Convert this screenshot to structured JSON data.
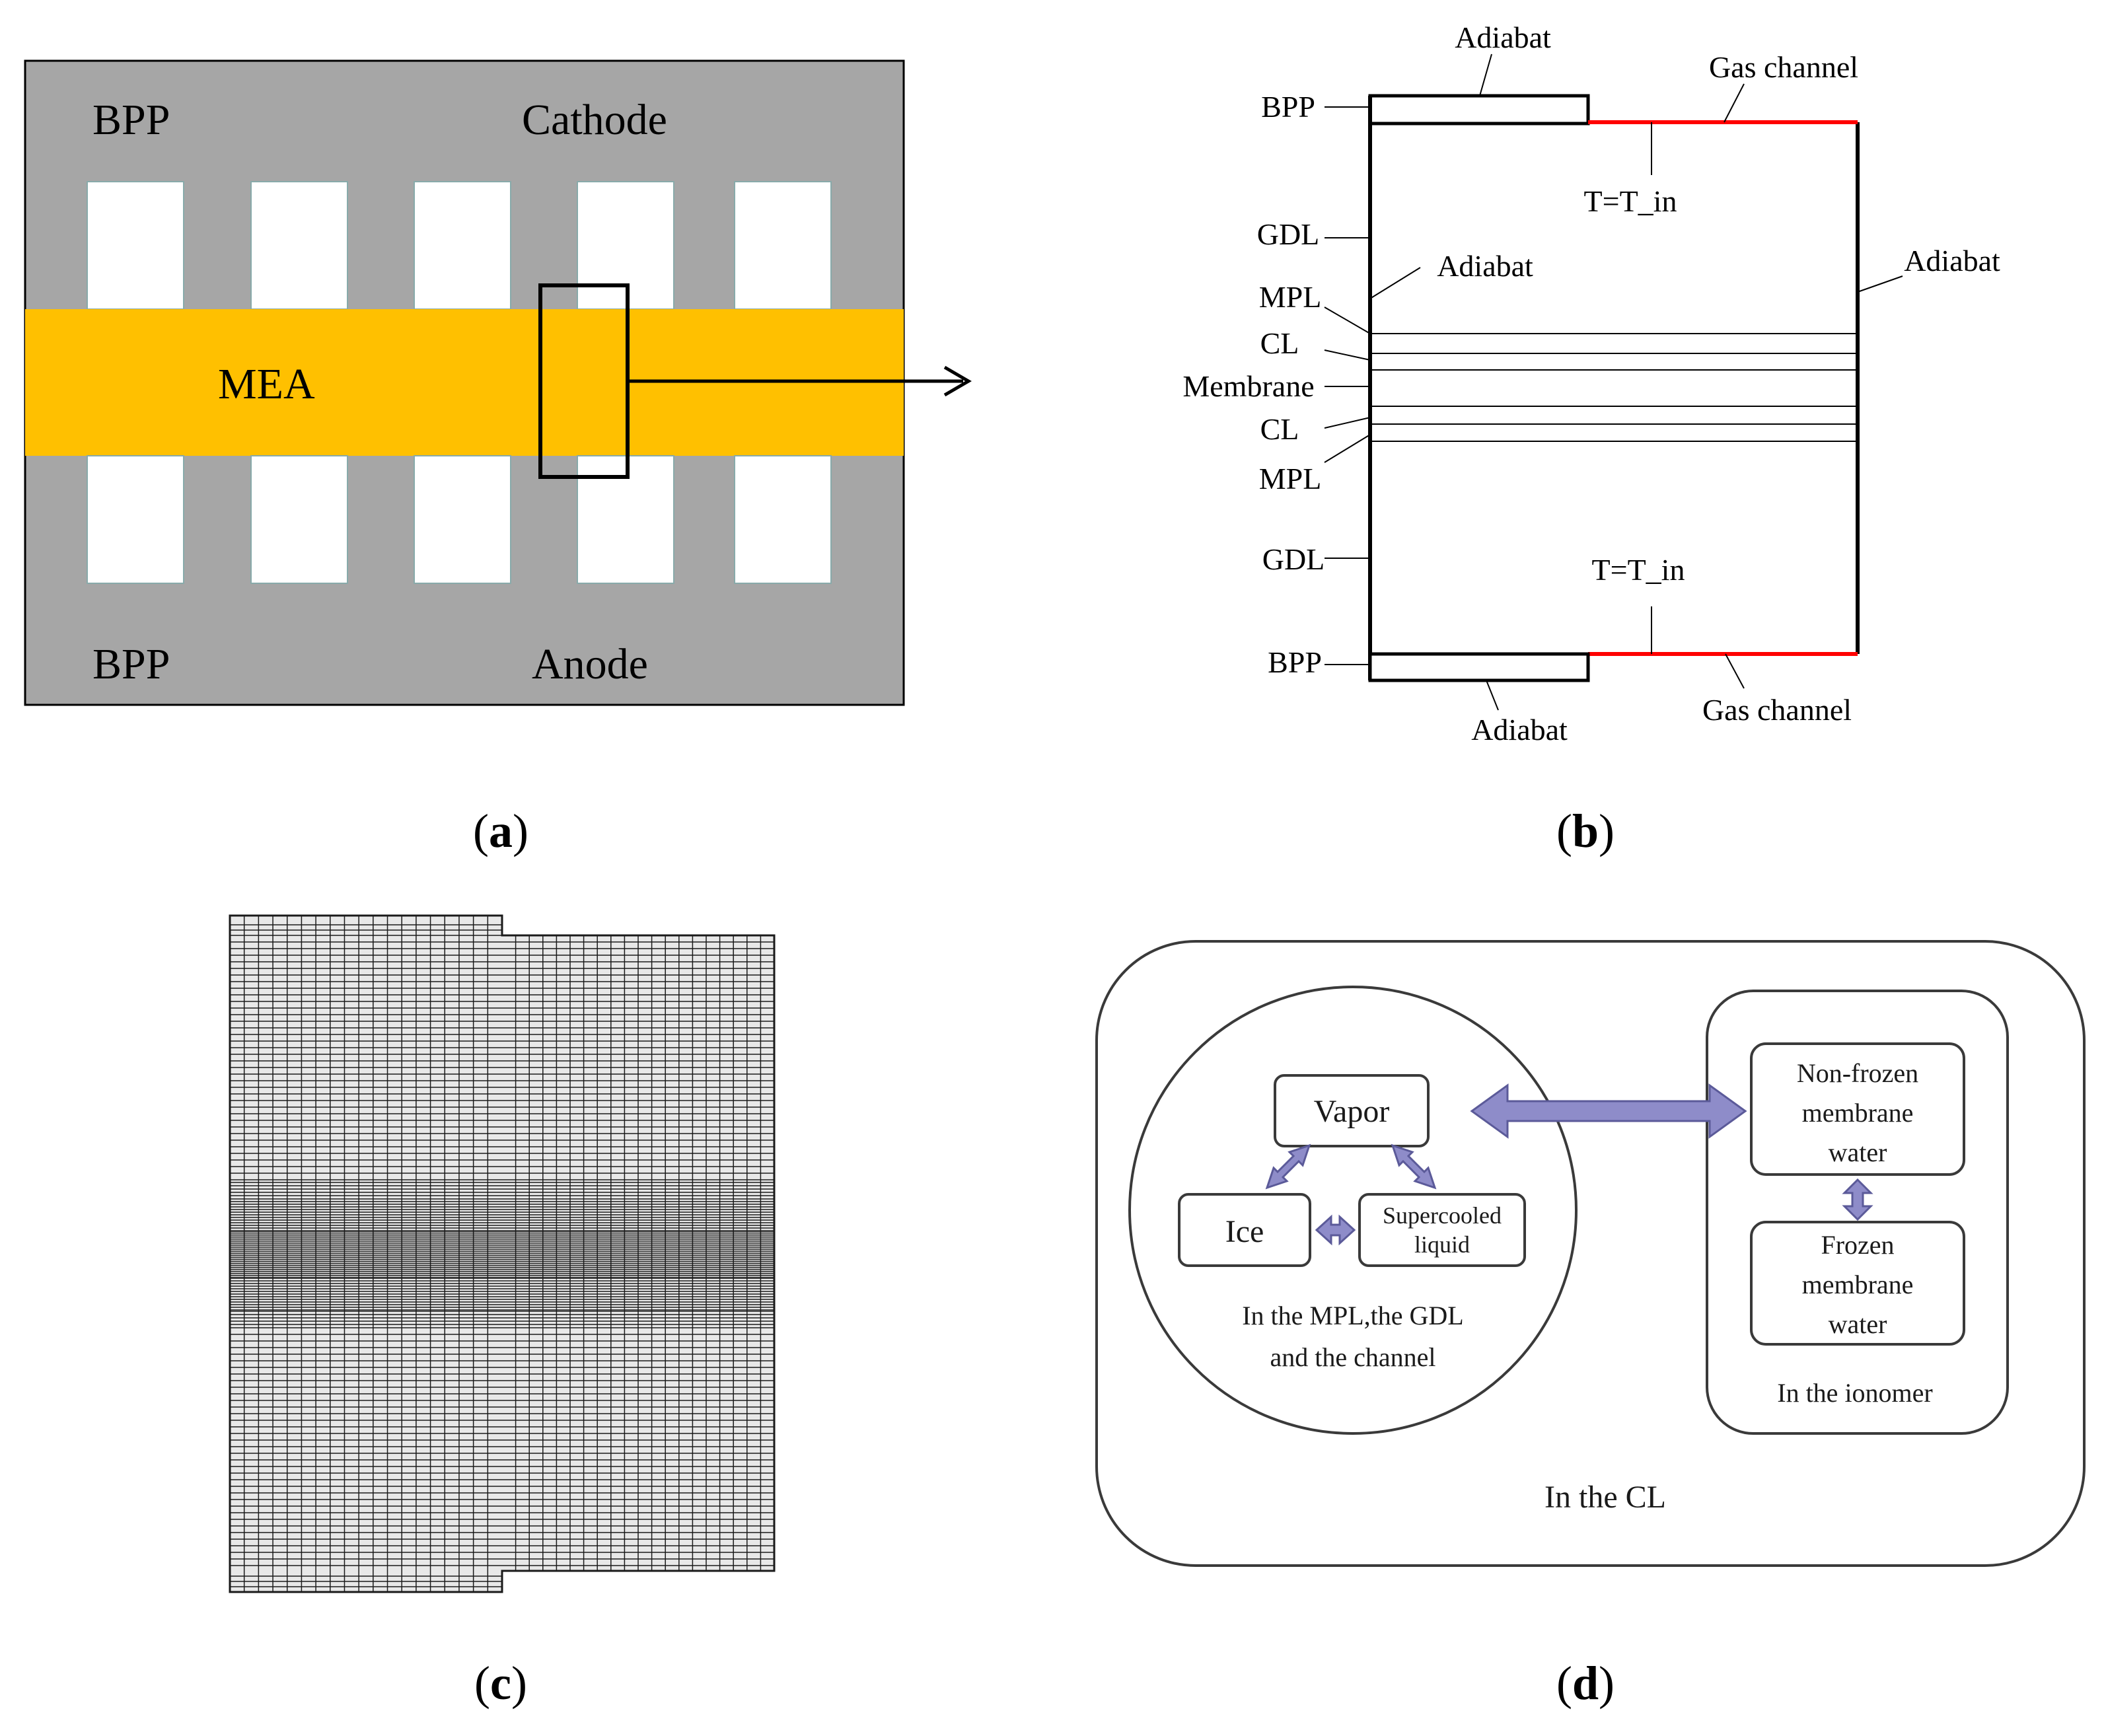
{
  "panel_a": {
    "labels": {
      "bpp_top": "BPP",
      "cathode": "Cathode",
      "mea": "MEA",
      "bpp_bottom": "BPP",
      "anode": "Anode"
    },
    "colors": {
      "plate": "#a6a6a6",
      "mea": "#ffc000",
      "channel": "#ffffff",
      "outline": "#000000"
    }
  },
  "panel_b": {
    "labels": {
      "bpp_top": "BPP",
      "gdl_top": "GDL",
      "mpl_top": "MPL",
      "cl_top": "CL",
      "membrane": "Membrane",
      "cl_bottom": "CL",
      "mpl_bottom": "MPL",
      "gdl_bottom": "GDL",
      "bpp_bottom": "BPP",
      "adiabat_top": "Adiabat",
      "gas_channel_top": "Gas channel",
      "t_in_top": "T=T_in",
      "adiabat_left": "Adiabat",
      "adiabat_right": "Adiabat",
      "t_in_bottom": "T=T_in",
      "adiabat_bottom": "Adiabat",
      "gas_channel_bottom": "Gas channel"
    },
    "colors": {
      "boundary_channel": "#ff0000",
      "outline": "#000000"
    }
  },
  "panel_c": {
    "colors": {
      "mesh": "#1a1a1a",
      "fill": "#e8e8e8"
    }
  },
  "panel_d": {
    "labels": {
      "vapor": "Vapor",
      "ice": "Ice",
      "supercooled_line1": "Supercooled",
      "supercooled_line2": "liquid",
      "porous_line1": "In the MPL,the GDL",
      "porous_line2": "and the channel",
      "nonfrozen_line1": "Non-frozen",
      "nonfrozen_line2": "membrane",
      "nonfrozen_line3": "water",
      "frozen_line1": "Frozen",
      "frozen_line2": "membrane",
      "frozen_line3": "water",
      "ionomer": "In the ionomer",
      "cl": "In the CL"
    },
    "colors": {
      "arrow_fill": "#8e8cc9",
      "arrow_stroke": "#5b5a99",
      "outline": "#3a3a3a"
    }
  },
  "captions": {
    "a": {
      "open": "(",
      "letter": "a",
      "close": ")"
    },
    "b": {
      "open": "(",
      "letter": "b",
      "close": ")"
    },
    "c": {
      "open": "(",
      "letter": "c",
      "close": ")"
    },
    "d": {
      "open": "(",
      "letter": "d",
      "close": ")"
    }
  }
}
